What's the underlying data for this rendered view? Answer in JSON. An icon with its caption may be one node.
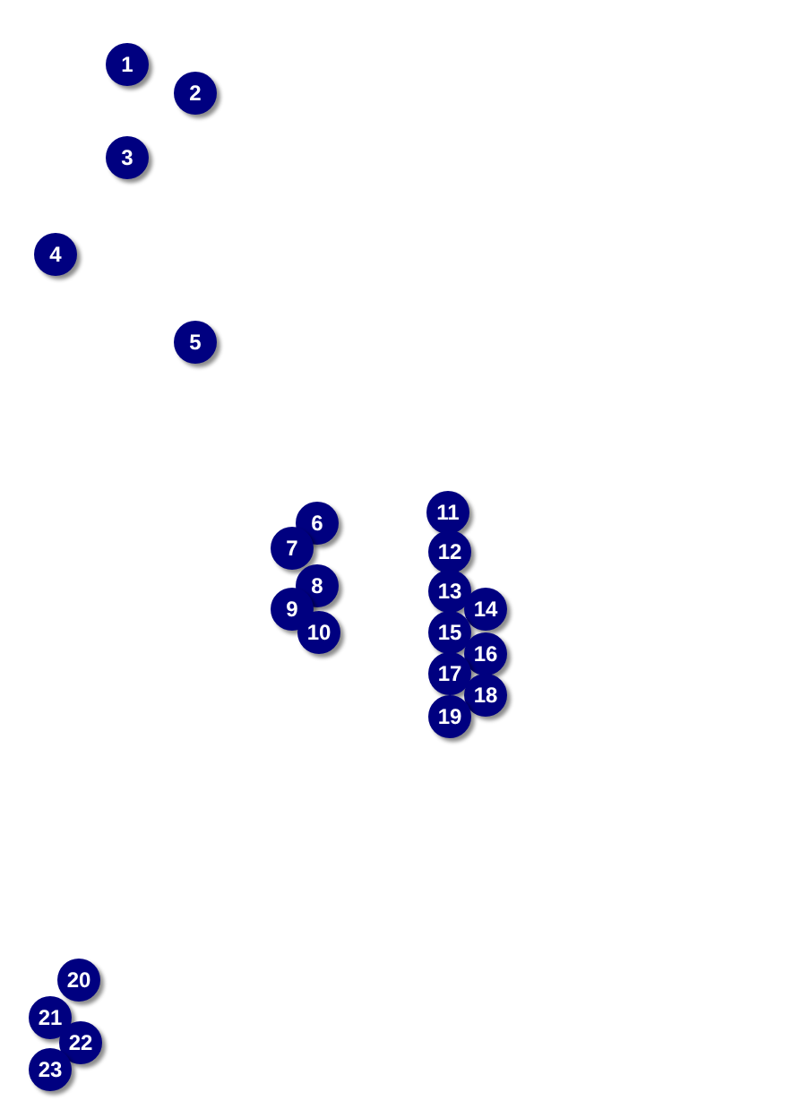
{
  "diagram": {
    "labels": [
      "1",
      "2",
      "3",
      "4",
      "5",
      "6",
      "7",
      "8",
      "9",
      "10",
      "11",
      "12",
      "13",
      "14",
      "15",
      "16",
      "17",
      "18",
      "19",
      "20",
      "21",
      "22",
      "23"
    ]
  }
}
